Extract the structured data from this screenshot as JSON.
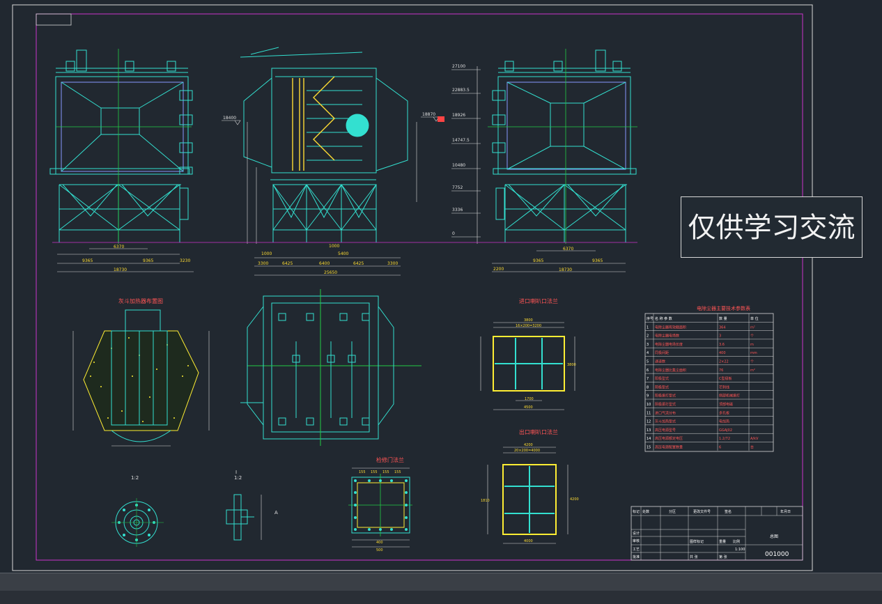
{
  "watermark": "仅供学习交流",
  "elevations": [
    "27100",
    "22883.5",
    "18926",
    "14747.5",
    "10480",
    "7752",
    "3336",
    "0"
  ],
  "elev_left": "18400",
  "elev_right": "18870",
  "dims": {
    "left_bottom": [
      "18730",
      "9365",
      "9365",
      "3230",
      "6370"
    ],
    "mid_bottom": [
      "3300",
      "6425",
      "6400",
      "6425",
      "3300",
      "25650",
      "5400",
      "1000",
      "1000"
    ],
    "right_bottom": [
      "2200",
      "9365",
      "9365",
      "18730",
      "6370"
    ]
  },
  "titles": {
    "hopper": "灰斗加热器布置图",
    "inlet_flange": "进口喇叭口法兰",
    "outlet_flange": "出口喇叭口法兰",
    "small_flange": "检修门法兰",
    "params": "电除尘器主要技术参数表"
  },
  "section_labels": [
    "1:2",
    "I",
    "1:2",
    "A"
  ],
  "params_table": {
    "headers": [
      "序号",
      "名 称 参 数",
      "数 量",
      "单 位"
    ],
    "rows": [
      [
        "1",
        "电除尘器有效截面积",
        "364",
        "m²"
      ],
      [
        "2",
        "电除尘器电场数",
        "3",
        "个"
      ],
      [
        "3",
        "电除尘器电场长度",
        "3.6",
        "m"
      ],
      [
        "4",
        "同极间距",
        "400",
        "mm"
      ],
      [
        "5",
        "通道数",
        "2×22",
        "个"
      ],
      [
        "6",
        "电除尘器比集尘面积",
        "76",
        "m²"
      ],
      [
        "7",
        "阳极型式",
        "C型极板",
        ""
      ],
      [
        "8",
        "阴极型式",
        "芒刺线",
        ""
      ],
      [
        "9",
        "阳极振打型式",
        "侧部机械振打",
        ""
      ],
      [
        "10",
        "阴极振打型式",
        "顶部电磁",
        ""
      ],
      [
        "11",
        "进口气流分布",
        "多孔板",
        ""
      ],
      [
        "12",
        "灰斗加热型式",
        "电加热",
        ""
      ],
      [
        "13",
        "高压电源型号",
        "GGAJ02",
        ""
      ],
      [
        "14",
        "高压电源额定电压",
        "1.2/72",
        "A/kV"
      ],
      [
        "15",
        "高压电源配置数量",
        "6",
        "台"
      ]
    ]
  },
  "title_block": {
    "drawing_no": "001000",
    "name": "总图",
    "scale": "1:100",
    "cells": [
      "标记",
      "处数",
      "分区",
      "更改文件号",
      "签名",
      "年月日",
      "设计",
      "审核",
      "工艺",
      "批准",
      "图样标记",
      "重量",
      "比例",
      "共 张",
      "第 张"
    ]
  },
  "flange_dims": {
    "inlet": [
      "3800",
      "16×200=3200",
      "3800",
      "1700",
      "4500"
    ],
    "outlet": [
      "4200",
      "20×200=4000",
      "4200",
      "4000",
      "1810"
    ],
    "small": [
      "400",
      "500",
      "155",
      "155",
      "155",
      "155"
    ]
  }
}
